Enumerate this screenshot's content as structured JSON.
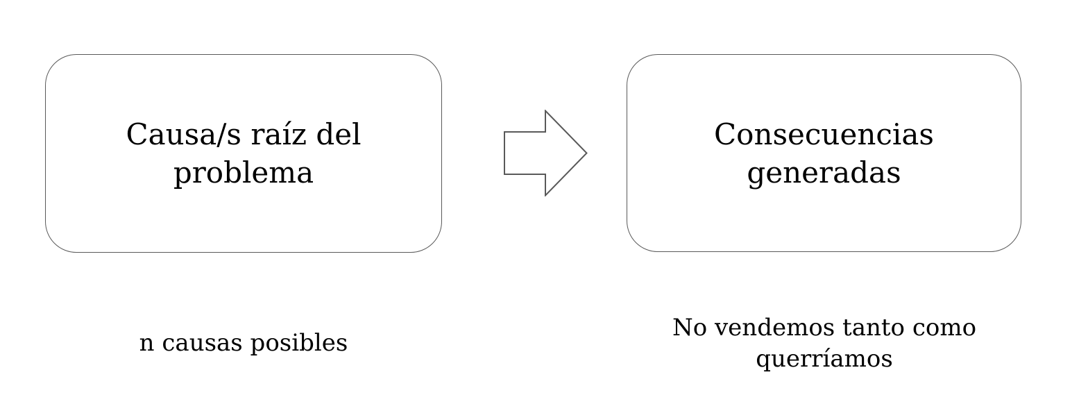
{
  "diagram": {
    "background_color": "#ffffff",
    "shape_border_color": "#595959",
    "text_color": "#000000",
    "left_box": {
      "label": "Causa/s raíz del problema"
    },
    "right_box": {
      "label": "Consecuencias generadas"
    },
    "connector": {
      "type": "block-arrow-right"
    },
    "left_caption": "n causas posibles",
    "right_caption": "No vendemos tanto como querríamos"
  }
}
